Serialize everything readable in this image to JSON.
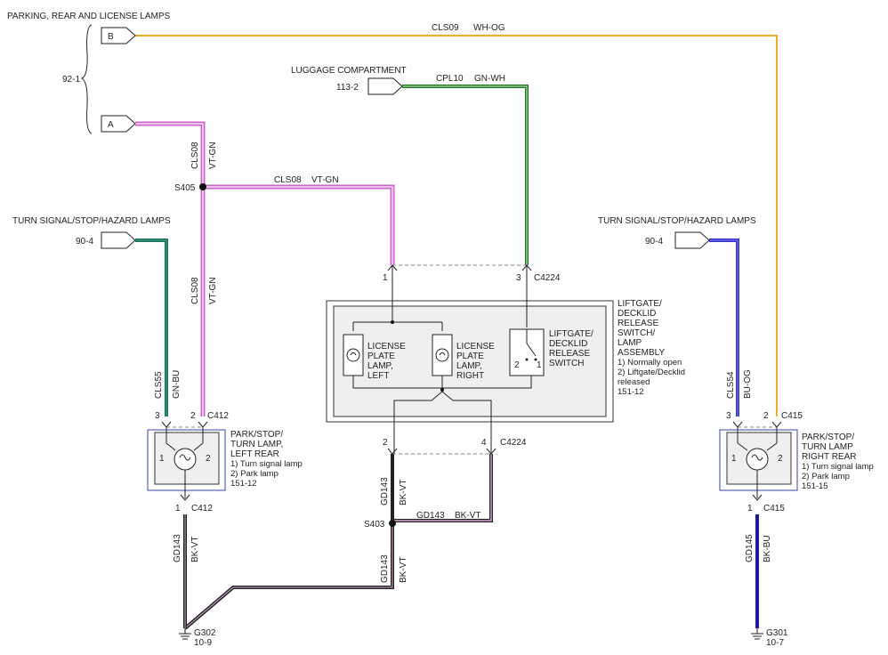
{
  "colors": {
    "vt_gn_core": "#cc66cc",
    "vt_gn_stripe": "#e8c8ee",
    "gn_wh": "#2a8a2a",
    "gn_bu": "#1e6e6e",
    "wh_og": "#f0a830",
    "bk_vt": "#222222",
    "bk_vt_stripe": "#8a4a8a",
    "bu_og": "#3333cc",
    "bk_bu": "#1a1aaa",
    "frame_blue": "#3344aa"
  },
  "source_notes": {
    "parking_rear_license": "PARKING, REAR AND LICENSE LAMPS",
    "luggage_compartment": "LUGGAGE COMPARTMENT",
    "turn_left": "TURN SIGNAL/STOP/HAZARD LAMPS",
    "turn_right": "TURN SIGNAL/STOP/HAZARD LAMPS"
  },
  "refs": {
    "ref_92_1": "92-1",
    "ref_113_2": "113-2",
    "ref_90_4_left": "90-4",
    "ref_90_4_right": "90-4"
  },
  "connector_flags": {
    "b": "B",
    "a": "A"
  },
  "wires": {
    "cls09": "CLS09",
    "wh_og": "WH-OG",
    "cpl10": "CPL10",
    "gn_wh": "GN-WH",
    "cls08_top_circuit": "CLS08",
    "cls08_top_color": "VT-GN",
    "cls08_horiz_circuit": "CLS08",
    "cls08_horiz_color": "VT-GN",
    "cls08_mid_circuit": "CLS08",
    "cls08_mid_color": "VT-GN",
    "cls55": "CLS55",
    "gn_bu": "GN-BU",
    "cls54": "CLS54",
    "bu_og": "BU-OG",
    "gd143_upper_circuit": "GD143",
    "gd143_upper_color": "BK-VT",
    "gd143_horiz_circuit": "GD143",
    "gd143_horiz_color": "BK-VT",
    "gd143_lower_circuit": "GD143",
    "gd143_lower_color": "BK-VT",
    "gd143_left_circuit": "GD143",
    "gd143_left_color": "BK-VT",
    "gd145": "GD145",
    "bk_bu": "BK-BU"
  },
  "splices": {
    "s405": "S405",
    "s403": "S403"
  },
  "connectors": {
    "c4224_top": "C4224",
    "c4224_bottom": "C4224",
    "c412_top": "C412",
    "c412_bottom": "C412",
    "c415_top": "C415",
    "c415_bottom": "C415"
  },
  "pins": {
    "c4224_pin1": "1",
    "c4224_pin3": "3",
    "c4224_pin2": "2",
    "c4224_pin4": "4",
    "c412_pin3": "3",
    "c412_pin2": "2",
    "c412_pin1": "1",
    "c415_pin3": "3",
    "c415_pin2": "2",
    "c415_pin1": "1",
    "left_lamp_pin1": "1",
    "left_lamp_pin2": "2",
    "right_lamp_pin1": "1",
    "right_lamp_pin2": "2",
    "switch_pin2": "2",
    "switch_pin1": "1"
  },
  "liftgate": {
    "lamp_left": [
      "LICENSE",
      "PLATE",
      "LAMP,",
      "LEFT"
    ],
    "lamp_right": [
      "LICENSE",
      "PLATE",
      "LAMP,",
      "RIGHT"
    ],
    "switch": [
      "LIFTGATE/",
      "DECKLID",
      "RELEASE",
      "SWITCH"
    ],
    "assembly": [
      "LIFTGATE/",
      "DECKLID",
      "RELEASE",
      "SWITCH/",
      "LAMP",
      "ASSEMBLY",
      "1) Normally open",
      "2) Liftgate/Decklid",
      "released",
      "151-12"
    ]
  },
  "left_lamp": [
    "PARK/STOP/",
    "TURN LAMP,",
    "LEFT REAR",
    "1) Turn signal lamp",
    "2) Park lamp",
    "151-12"
  ],
  "right_lamp": [
    "PARK/STOP/",
    "TURN LAMP",
    "RIGHT REAR",
    "1) Turn signal lamp",
    "2) Park lamp",
    "151-15"
  ],
  "grounds": {
    "g302": "G302",
    "g302_ref": "10-9",
    "g301": "G301",
    "g301_ref": "10-7"
  }
}
